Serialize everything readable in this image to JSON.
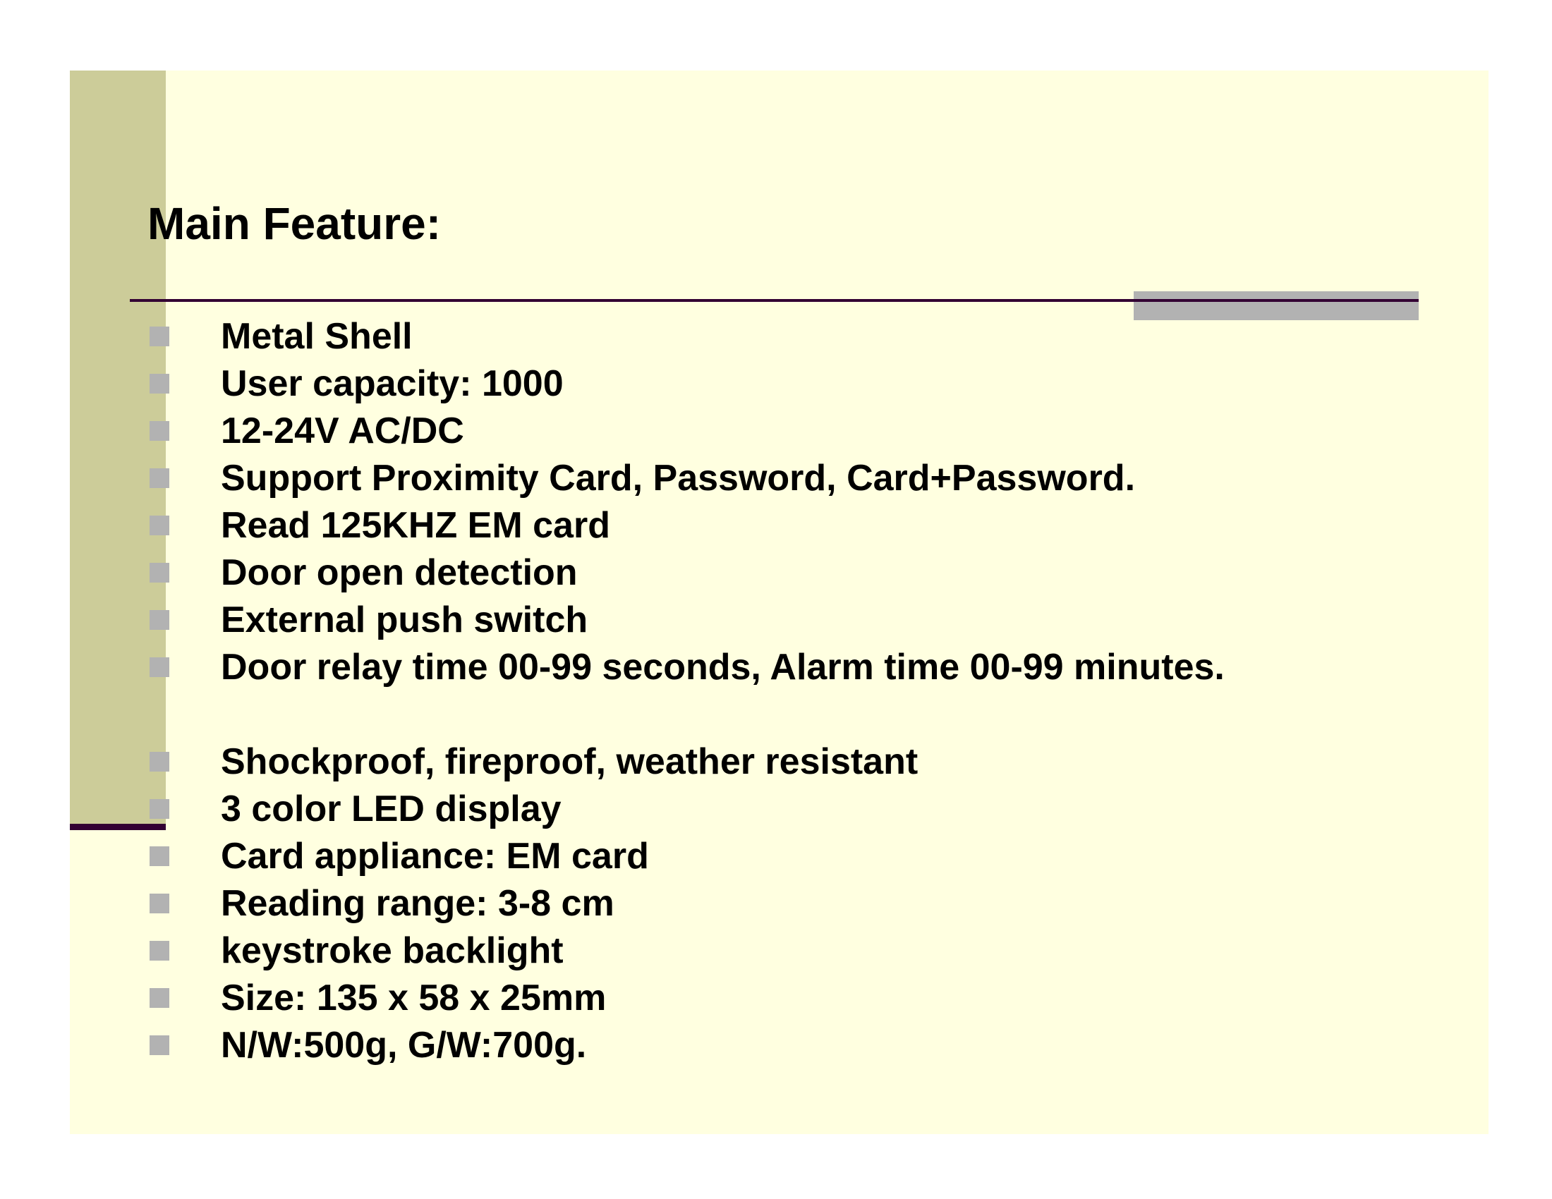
{
  "slide": {
    "title": "Main Feature:",
    "colors": {
      "background": "#ffffe0",
      "side_bar": "#cccc99",
      "accent_dark": "#330033",
      "accent_grey": "#b2b2b2",
      "text": "#000000"
    },
    "bullet_icon": "grey-square-bullet-icon",
    "features": [
      "Metal Shell",
      "User capacity: 1000",
      "12-24V AC/DC",
      "Support Proximity Card, Password, Card+Password.",
      "Read 125KHZ EM card",
      "Door open detection",
      "External push switch",
      "Door relay time 00-99 seconds, Alarm time 00-99 minutes.",
      "Shockproof, fireproof, weather resistant",
      "3 color LED display",
      "Card appliance: EM card",
      "Reading range: 3-8 cm",
      "keystroke backlight",
      "Size: 135 x 58 x 25mm",
      "N/W:500g, G/W:700g."
    ]
  }
}
